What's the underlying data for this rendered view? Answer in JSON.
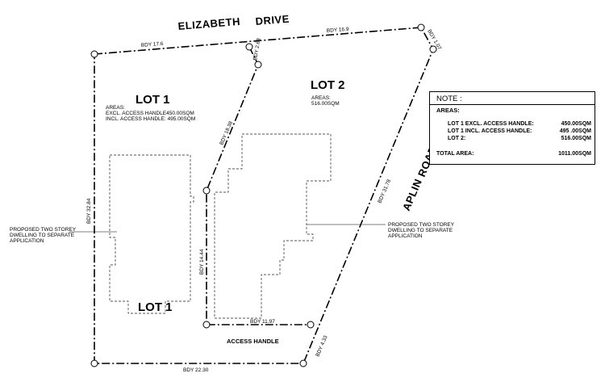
{
  "streets": {
    "elizabeth": "ELIZABETH",
    "drive": "DRIVE",
    "aplin": "APLIN",
    "road": "ROAD"
  },
  "boundaries": {
    "top_left": "BDY 17.6",
    "top_right": "BDY 16.9",
    "right_corner": "BDY 1.07",
    "right_side": "BDY 31.78",
    "bottom_right": "BDY 4.33",
    "bottom": "BDY 22.30",
    "left": "BDY 32.84",
    "inner_top": "BDY 2.63",
    "inner_diag": "BDY 18.38",
    "inner_vertical": "BDY 14.44",
    "inner_bottom": "BDY 11.97"
  },
  "lot1": {
    "title": "LOT 1",
    "areas_label": "AREAS:",
    "excl": "EXCL. ACCESS HANDLE450.00SQM",
    "incl": "INCL. ACCESS HANDLE: 495.00SQM",
    "bottom_label": "LOT 1"
  },
  "lot2": {
    "title": "LOT 2",
    "areas_label": "AREAS:",
    "area": "516.00SQM"
  },
  "dwelling_left": {
    "line1": "PROPOSED TWO STOREY",
    "line2": "DWELLING TO SEPARATE",
    "line3": "APPLICATION"
  },
  "dwelling_right": {
    "line1": "PROPOSED TWO STOREY",
    "line2": "DWELLING TO SEPARATE",
    "line3": "APPLICATION"
  },
  "access_handle": "ACCESS HANDLE",
  "note": {
    "title": "NOTE :",
    "areas": "AREAS:",
    "rows": [
      {
        "label": "LOT 1 EXCL. ACCESS HANDLE:",
        "value": "450.00SQM"
      },
      {
        "label": "LOT 1 INCL. ACCESS HANDLE:",
        "value": "495 .00SQM"
      },
      {
        "label": "LOT 2:",
        "value": "516.00SQM"
      }
    ],
    "total_label": "TOTAL AREA:",
    "total_value": "1011.00SQM"
  }
}
